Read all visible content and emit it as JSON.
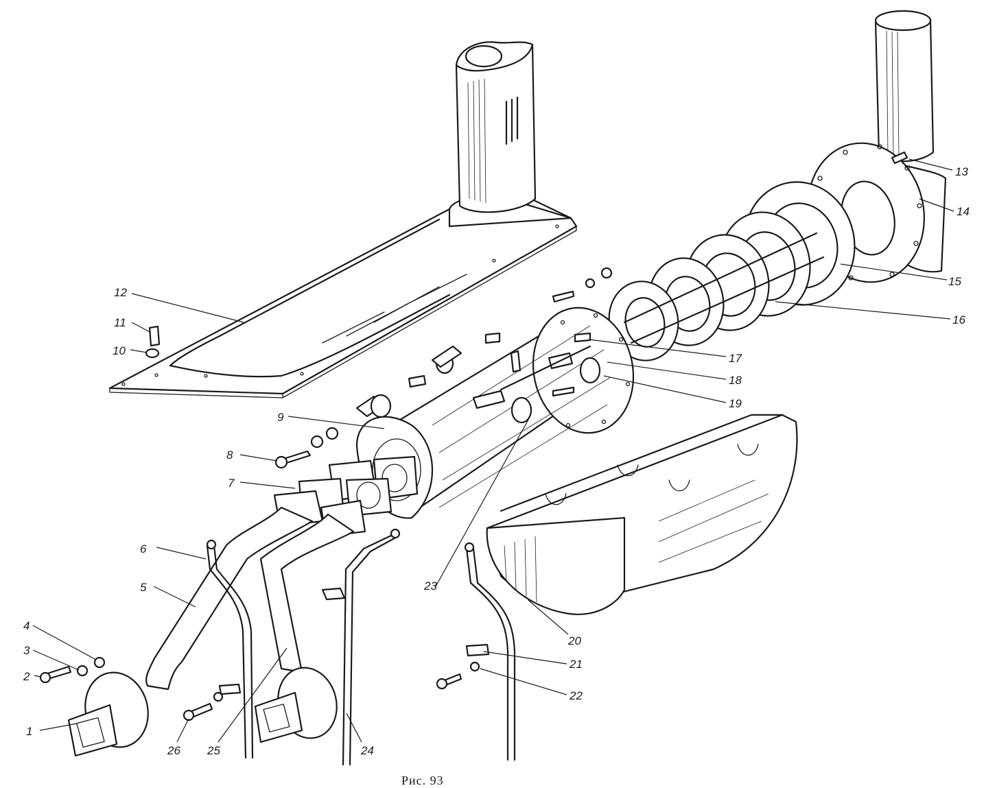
{
  "figure": {
    "caption": "Рис. 93",
    "callouts": [
      {
        "id": "1",
        "label": "1"
      },
      {
        "id": "2",
        "label": "2"
      },
      {
        "id": "3",
        "label": "3"
      },
      {
        "id": "4",
        "label": "4"
      },
      {
        "id": "5",
        "label": "5"
      },
      {
        "id": "6",
        "label": "6"
      },
      {
        "id": "7",
        "label": "7"
      },
      {
        "id": "8",
        "label": "8"
      },
      {
        "id": "9",
        "label": "9"
      },
      {
        "id": "10",
        "label": "10"
      },
      {
        "id": "11",
        "label": "11"
      },
      {
        "id": "12",
        "label": "12"
      },
      {
        "id": "13",
        "label": "13"
      },
      {
        "id": "14",
        "label": "14"
      },
      {
        "id": "15",
        "label": "15"
      },
      {
        "id": "16",
        "label": "16"
      },
      {
        "id": "17",
        "label": "17"
      },
      {
        "id": "18",
        "label": "18"
      },
      {
        "id": "19",
        "label": "19"
      },
      {
        "id": "20",
        "label": "20"
      },
      {
        "id": "21",
        "label": "21"
      },
      {
        "id": "22",
        "label": "22"
      },
      {
        "id": "23",
        "label": "23"
      },
      {
        "id": "24",
        "label": "24"
      },
      {
        "id": "25",
        "label": "25"
      },
      {
        "id": "26",
        "label": "26"
      }
    ]
  }
}
